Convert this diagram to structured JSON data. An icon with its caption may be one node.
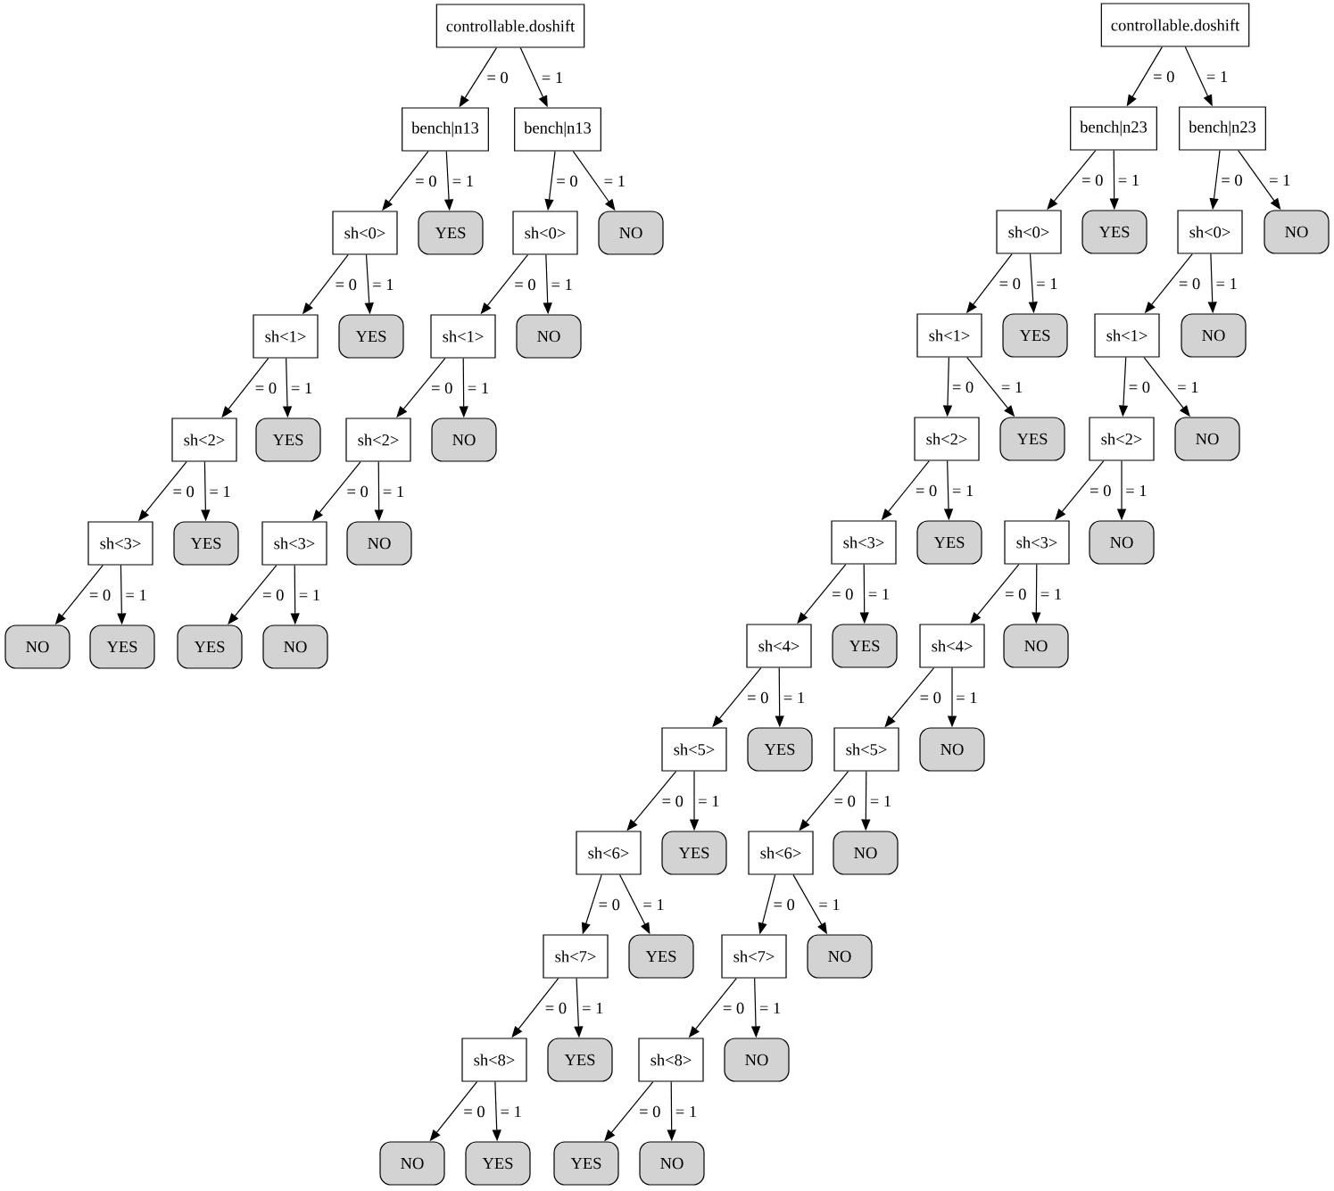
{
  "diagram": {
    "nodes": [
      {
        "text": [
          "controllable.doshift"
        ]
      },
      {
        "text": [
          "bench|n13"
        ]
      },
      {
        "text": [
          "bench|n13"
        ]
      },
      {
        "text": [
          "sh<0>"
        ]
      },
      {
        "text": [
          "YES"
        ]
      },
      {
        "text": [
          "sh<0>"
        ]
      },
      {
        "text": [
          "NO"
        ]
      },
      {
        "text": [
          "sh<1>"
        ]
      },
      {
        "text": [
          "YES"
        ]
      },
      {
        "text": [
          "sh<1>"
        ]
      },
      {
        "text": [
          "NO"
        ]
      },
      {
        "text": [
          "sh<2>"
        ]
      },
      {
        "text": [
          "YES"
        ]
      },
      {
        "text": [
          "sh<2>"
        ]
      },
      {
        "text": [
          "NO"
        ]
      },
      {
        "text": [
          "sh<3>"
        ]
      },
      {
        "text": [
          "YES"
        ]
      },
      {
        "text": [
          "sh<3>"
        ]
      },
      {
        "text": [
          "NO"
        ]
      },
      {
        "text": [
          "NO"
        ]
      },
      {
        "text": [
          "YES"
        ]
      },
      {
        "text": [
          "YES"
        ]
      },
      {
        "text": [
          "NO"
        ]
      },
      {
        "text": [
          "controllable.doshift"
        ]
      },
      {
        "text": [
          "bench|n23"
        ]
      },
      {
        "text": [
          "bench|n23"
        ]
      },
      {
        "text": [
          "sh<0>"
        ]
      },
      {
        "text": [
          "YES"
        ]
      },
      {
        "text": [
          "sh<0>"
        ]
      },
      {
        "text": [
          "NO"
        ]
      },
      {
        "text": [
          "sh<1>"
        ]
      },
      {
        "text": [
          "YES"
        ]
      },
      {
        "text": [
          "sh<1>"
        ]
      },
      {
        "text": [
          "NO"
        ]
      },
      {
        "text": [
          "sh<2>"
        ]
      },
      {
        "text": [
          "YES"
        ]
      },
      {
        "text": [
          "sh<2>"
        ]
      },
      {
        "text": [
          "NO"
        ]
      },
      {
        "text": [
          "sh<3>"
        ]
      },
      {
        "text": [
          "YES"
        ]
      },
      {
        "text": [
          "sh<3>"
        ]
      },
      {
        "text": [
          "NO"
        ]
      },
      {
        "text": [
          "sh<4>"
        ]
      },
      {
        "text": [
          "YES"
        ]
      },
      {
        "text": [
          "sh<4>"
        ]
      },
      {
        "text": [
          "NO"
        ]
      },
      {
        "text": [
          "sh<5>"
        ]
      },
      {
        "text": [
          "YES"
        ]
      },
      {
        "text": [
          "sh<5>"
        ]
      },
      {
        "text": [
          "NO"
        ]
      },
      {
        "text": [
          "sh<6>"
        ]
      },
      {
        "text": [
          "YES"
        ]
      },
      {
        "text": [
          "sh<6>"
        ]
      },
      {
        "text": [
          "NO"
        ]
      },
      {
        "text": [
          "sh<7>"
        ]
      },
      {
        "text": [
          "YES"
        ]
      },
      {
        "text": [
          "sh<7>"
        ]
      },
      {
        "text": [
          "NO"
        ]
      },
      {
        "text": [
          "sh<8>"
        ]
      },
      {
        "text": [
          "YES"
        ]
      },
      {
        "text": [
          "sh<8>"
        ]
      },
      {
        "text": [
          "NO"
        ]
      },
      {
        "text": [
          "NO"
        ]
      },
      {
        "text": [
          "YES"
        ]
      },
      {
        "text": [
          "YES"
        ]
      },
      {
        "text": [
          "NO"
        ]
      }
    ],
    "edges": [
      {
        "from": 0,
        "to": 1,
        "arrow": "to",
        "label": "= 0"
      },
      {
        "from": 0,
        "to": 2,
        "arrow": "to",
        "label": "= 1"
      },
      {
        "from": 1,
        "to": 3,
        "arrow": "to",
        "label": "= 0"
      },
      {
        "from": 1,
        "to": 4,
        "arrow": "to",
        "label": "= 1"
      },
      {
        "from": 2,
        "to": 5,
        "arrow": "to",
        "label": "= 0"
      },
      {
        "from": 2,
        "to": 6,
        "arrow": "to",
        "label": "= 1"
      },
      {
        "from": 3,
        "to": 7,
        "arrow": "to",
        "label": "= 0"
      },
      {
        "from": 3,
        "to": 8,
        "arrow": "to",
        "label": "= 1"
      },
      {
        "from": 5,
        "to": 9,
        "arrow": "to",
        "label": "= 0"
      },
      {
        "from": 5,
        "to": 10,
        "arrow": "to",
        "label": "= 1"
      },
      {
        "from": 7,
        "to": 11,
        "arrow": "to",
        "label": "= 0"
      },
      {
        "from": 7,
        "to": 12,
        "arrow": "to",
        "label": "= 1"
      },
      {
        "from": 9,
        "to": 13,
        "arrow": "to",
        "label": "= 0"
      },
      {
        "from": 9,
        "to": 14,
        "arrow": "to",
        "label": "= 1"
      },
      {
        "from": 11,
        "to": 15,
        "arrow": "to",
        "label": "= 0"
      },
      {
        "from": 11,
        "to": 16,
        "arrow": "to",
        "label": "= 1"
      },
      {
        "from": 13,
        "to": 17,
        "arrow": "to",
        "label": "= 0"
      },
      {
        "from": 13,
        "to": 18,
        "arrow": "to",
        "label": "= 1"
      },
      {
        "from": 15,
        "to": 19,
        "arrow": "to",
        "label": "= 0"
      },
      {
        "from": 15,
        "to": 20,
        "arrow": "to",
        "label": "= 1"
      },
      {
        "from": 17,
        "to": 21,
        "arrow": "to",
        "label": "= 0"
      },
      {
        "from": 17,
        "to": 22,
        "arrow": "to",
        "label": "= 1"
      },
      {
        "from": 23,
        "to": 24,
        "arrow": "to",
        "label": "= 0"
      },
      {
        "from": 23,
        "to": 25,
        "arrow": "to",
        "label": "= 1"
      },
      {
        "from": 24,
        "to": 26,
        "arrow": "to",
        "label": "= 0"
      },
      {
        "from": 24,
        "to": 27,
        "arrow": "to",
        "label": "= 1"
      },
      {
        "from": 25,
        "to": 28,
        "arrow": "to",
        "label": "= 0"
      },
      {
        "from": 25,
        "to": 29,
        "arrow": "to",
        "label": "= 1"
      },
      {
        "from": 26,
        "to": 30,
        "arrow": "to",
        "label": "= 0"
      },
      {
        "from": 26,
        "to": 31,
        "arrow": "to",
        "label": "= 1"
      },
      {
        "from": 28,
        "to": 32,
        "arrow": "to",
        "label": "= 0"
      },
      {
        "from": 28,
        "to": 33,
        "arrow": "to",
        "label": "= 1"
      },
      {
        "from": 30,
        "to": 34,
        "arrow": "to",
        "label": "= 0"
      },
      {
        "from": 30,
        "to": 35,
        "arrow": "to",
        "label": "= 1"
      },
      {
        "from": 32,
        "to": 36,
        "arrow": "to",
        "label": "= 0"
      },
      {
        "from": 32,
        "to": 37,
        "arrow": "to",
        "label": "= 1"
      },
      {
        "from": 34,
        "to": 38,
        "arrow": "to",
        "label": "= 0"
      },
      {
        "from": 34,
        "to": 39,
        "arrow": "to",
        "label": "= 1"
      },
      {
        "from": 36,
        "to": 40,
        "arrow": "to",
        "label": "= 0"
      },
      {
        "from": 36,
        "to": 41,
        "arrow": "to",
        "label": "= 1"
      },
      {
        "from": 38,
        "to": 42,
        "arrow": "to",
        "label": "= 0"
      },
      {
        "from": 38,
        "to": 43,
        "arrow": "to",
        "label": "= 1"
      },
      {
        "from": 40,
        "to": 44,
        "arrow": "to",
        "label": "= 0"
      },
      {
        "from": 40,
        "to": 45,
        "arrow": "to",
        "label": "= 1"
      },
      {
        "from": 42,
        "to": 46,
        "arrow": "to",
        "label": "= 0"
      },
      {
        "from": 42,
        "to": 47,
        "arrow": "to",
        "label": "= 1"
      },
      {
        "from": 44,
        "to": 48,
        "arrow": "to",
        "label": "= 0"
      },
      {
        "from": 44,
        "to": 49,
        "arrow": "to",
        "label": "= 1"
      },
      {
        "from": 46,
        "to": 50,
        "arrow": "to",
        "label": "= 0"
      },
      {
        "from": 46,
        "to": 51,
        "arrow": "to",
        "label": "= 1"
      },
      {
        "from": 48,
        "to": 52,
        "arrow": "to",
        "label": "= 0"
      },
      {
        "from": 48,
        "to": 53,
        "arrow": "to",
        "label": "= 1"
      },
      {
        "from": 50,
        "to": 54,
        "arrow": "to",
        "label": "= 0"
      },
      {
        "from": 50,
        "to": 55,
        "arrow": "to",
        "label": "= 1"
      },
      {
        "from": 52,
        "to": 56,
        "arrow": "to",
        "label": "= 0"
      },
      {
        "from": 52,
        "to": 57,
        "arrow": "to",
        "label": "= 1"
      },
      {
        "from": 54,
        "to": 58,
        "arrow": "to",
        "label": "= 0"
      },
      {
        "from": 54,
        "to": 59,
        "arrow": "to",
        "label": "= 1"
      },
      {
        "from": 56,
        "to": 60,
        "arrow": "to",
        "label": "= 0"
      },
      {
        "from": 56,
        "to": 61,
        "arrow": "to",
        "label": "= 1"
      },
      {
        "from": 58,
        "to": 62,
        "arrow": "to",
        "label": "= 0"
      },
      {
        "from": 58,
        "to": 63,
        "arrow": "to",
        "label": "= 1"
      },
      {
        "from": 60,
        "to": 64,
        "arrow": "to",
        "label": "= 0"
      },
      {
        "from": 60,
        "to": 65,
        "arrow": "to",
        "label": "= 1"
      }
    ]
  }
}
